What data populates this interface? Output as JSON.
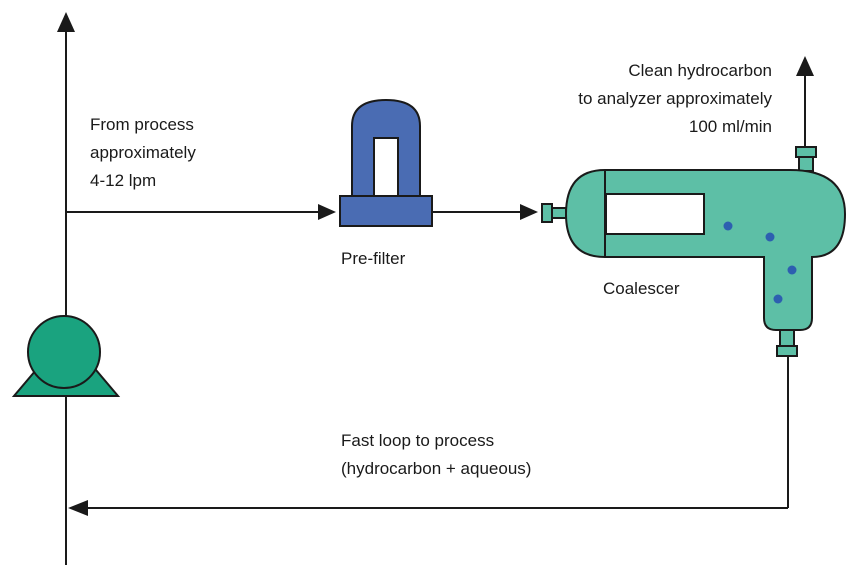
{
  "labels": {
    "inlet_line1": "From process",
    "inlet_line2": "approximately",
    "inlet_line3": "4-12 lpm",
    "prefilter": "Pre-filter",
    "coalescer": "Coalescer",
    "outlet_line1": "Clean hydrocarbon",
    "outlet_line2": "to analyzer approximately",
    "outlet_line3": "100 ml/min",
    "return_line1": "Fast loop to process",
    "return_line2": "(hydrocarbon + aqueous)"
  },
  "colors": {
    "line": "#1a1a1a",
    "pump_fill": "#1aa37f",
    "coalescer_fill": "#5dbfa6",
    "prefilter_fill": "#4a6cb3",
    "dot_fill": "#2d5fb0"
  }
}
